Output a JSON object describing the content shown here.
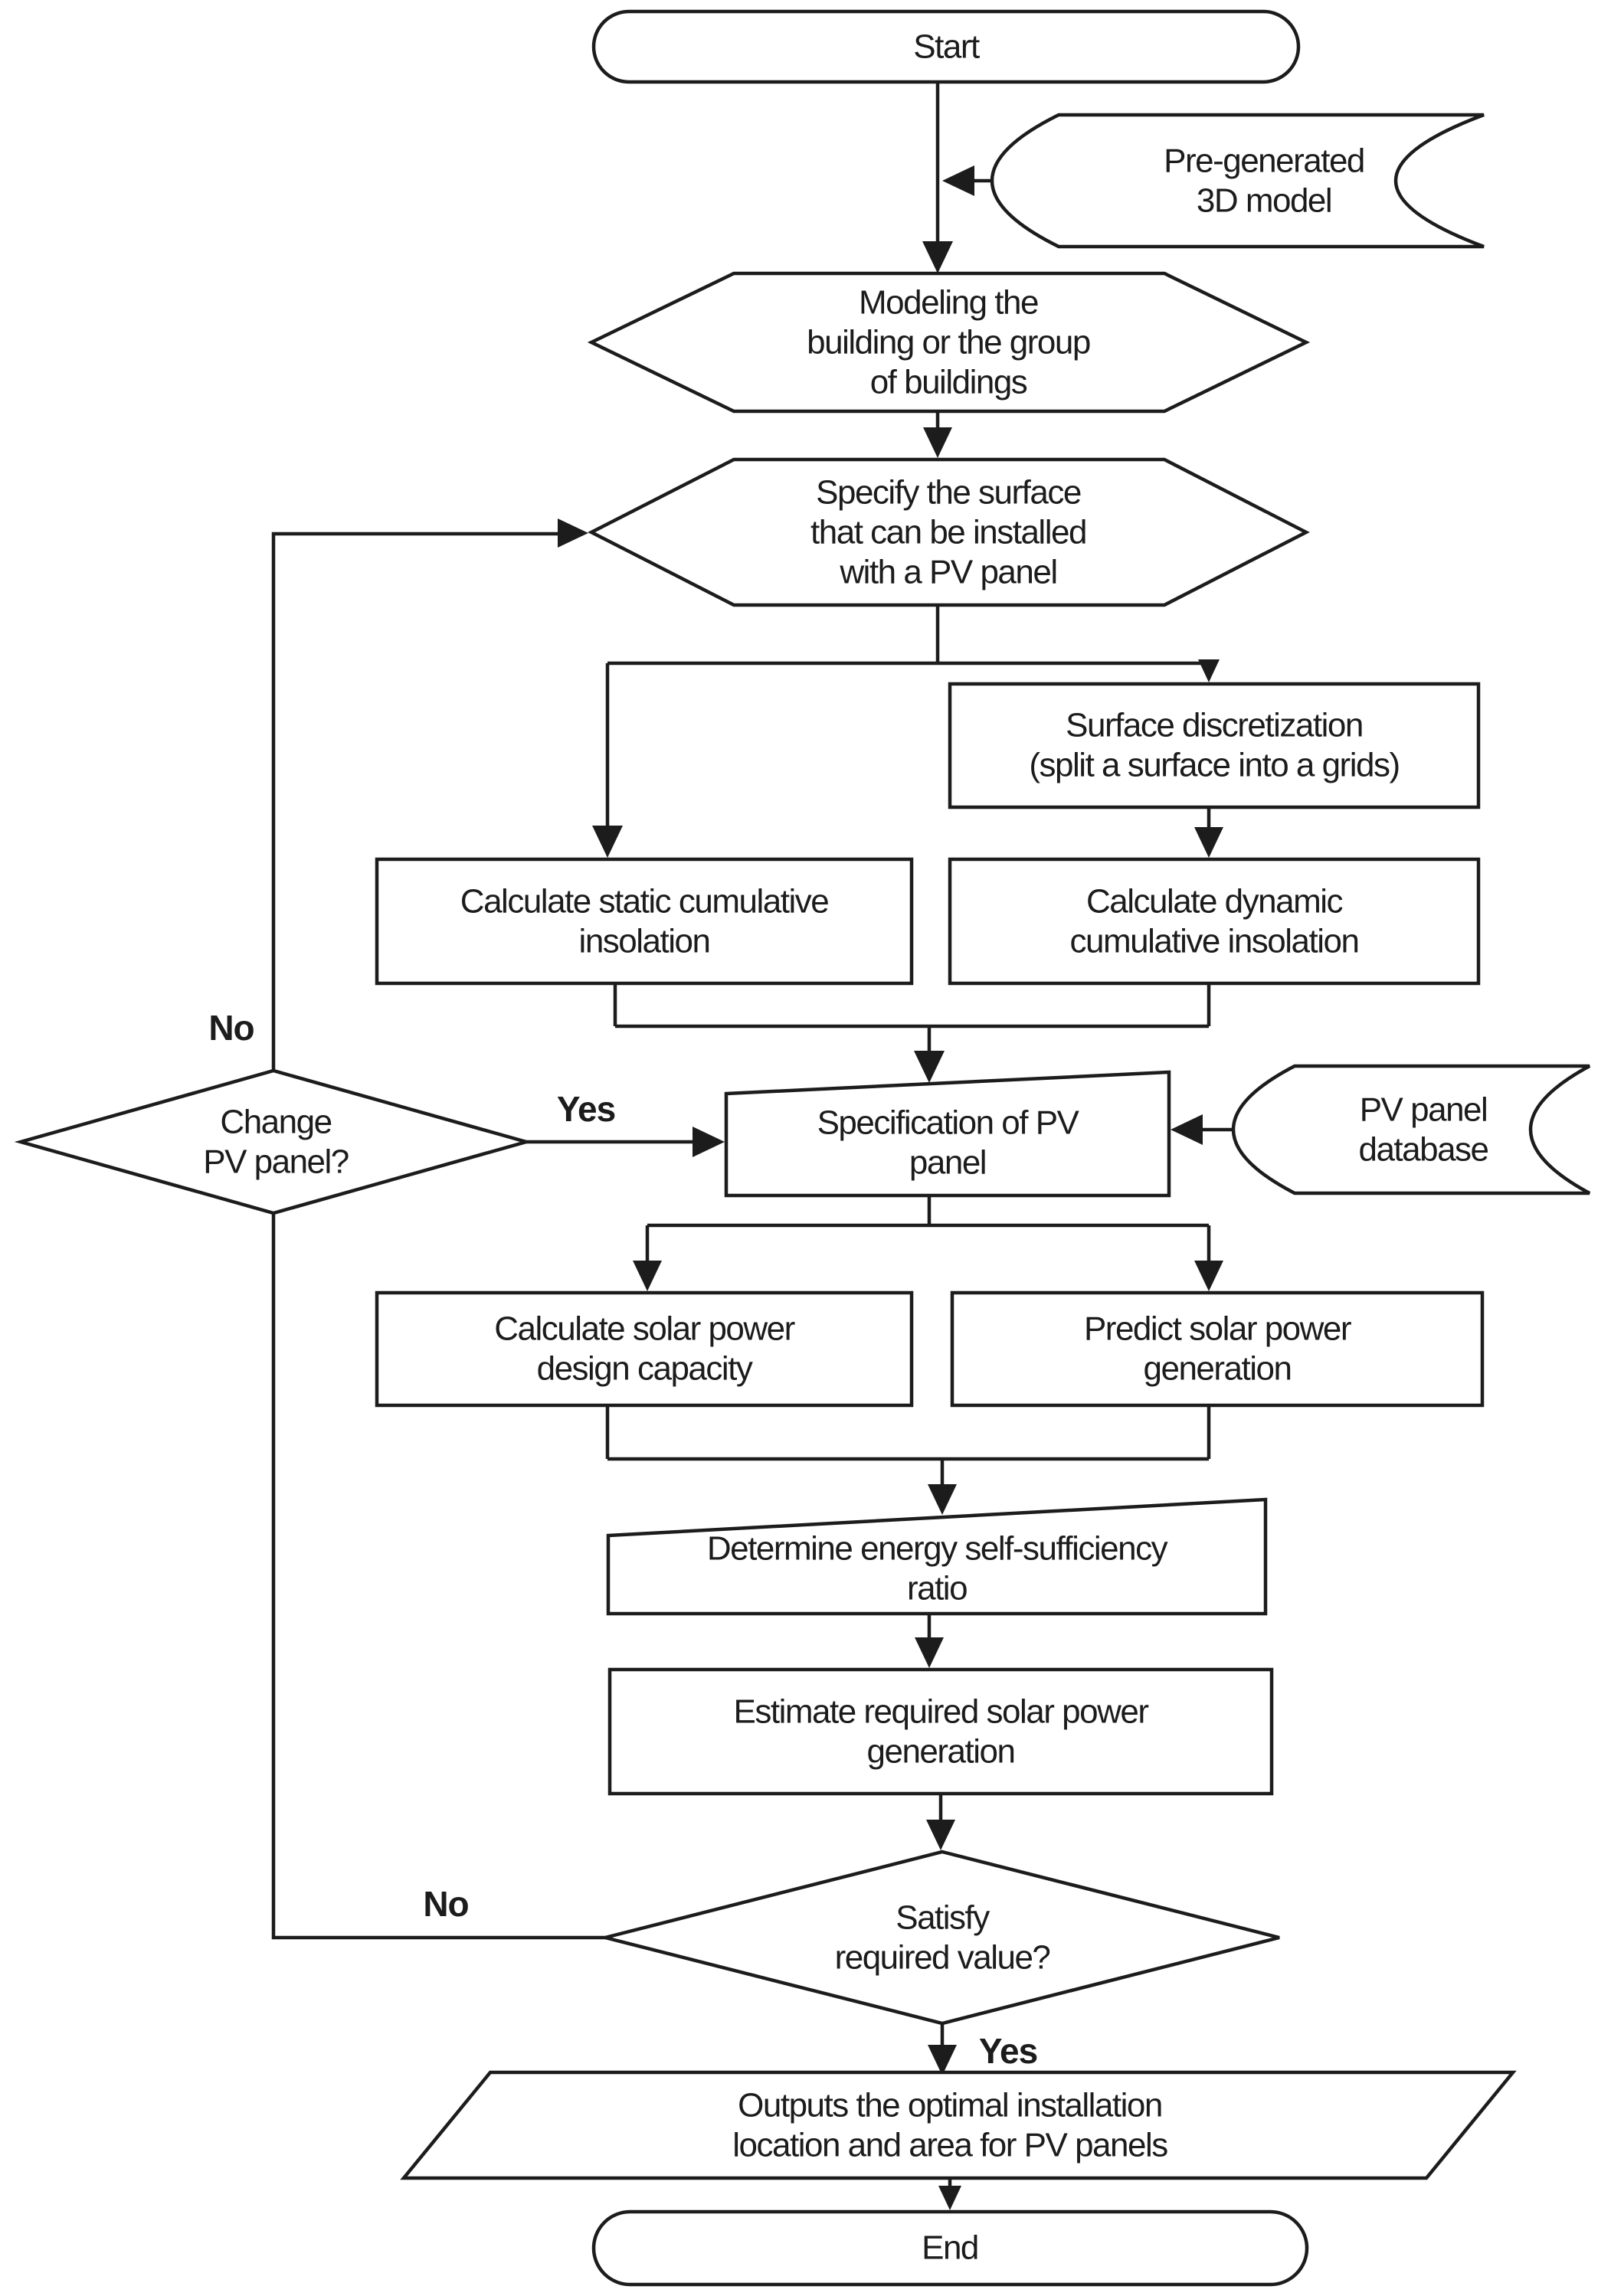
{
  "diagram": {
    "type": "flowchart",
    "colors": {
      "stroke": "#1c1c1c",
      "fill": "#ffffff",
      "text": "#1c1c1c"
    },
    "nodes": [
      {
        "id": "start",
        "shape": "terminator",
        "label": "Start"
      },
      {
        "id": "pregen",
        "shape": "stored-data",
        "label": "Pre-generated\n3D model"
      },
      {
        "id": "modeling",
        "shape": "hexagon",
        "label": "Modeling the\nbuilding or the group\nof buildings"
      },
      {
        "id": "specify",
        "shape": "hexagon",
        "label": "Specify the surface\nthat can be installed\nwith a PV panel"
      },
      {
        "id": "surfdisc",
        "shape": "process",
        "label": "Surface discretization\n(split a surface into a grids)"
      },
      {
        "id": "calc-static",
        "shape": "process",
        "label": "Calculate static cumulative\ninsolation"
      },
      {
        "id": "calc-dynamic",
        "shape": "process",
        "label": "Calculate dynamic\ncumulative insolation"
      },
      {
        "id": "change-panel",
        "shape": "decision",
        "label": "Change\nPV panel?"
      },
      {
        "id": "spec-pv",
        "shape": "manual-input",
        "label": "Specification of PV\npanel"
      },
      {
        "id": "pv-db",
        "shape": "stored-data",
        "label": "PV panel\ndatabase"
      },
      {
        "id": "calc-capacity",
        "shape": "process",
        "label": "Calculate solar power\ndesign capacity"
      },
      {
        "id": "predict-gen",
        "shape": "process",
        "label": "Predict solar power\ngeneration"
      },
      {
        "id": "determine-ratio",
        "shape": "manual-input",
        "label": "Determine energy self-sufficiency\nratio"
      },
      {
        "id": "estimate-gen",
        "shape": "process",
        "label": "Estimate required solar power\ngeneration"
      },
      {
        "id": "satisfy",
        "shape": "decision",
        "label": "Satisfy\nrequired value?"
      },
      {
        "id": "outputs",
        "shape": "parallelogram",
        "label": "Outputs the optimal installation\nlocation and area for PV panels"
      },
      {
        "id": "end",
        "shape": "terminator",
        "label": "End"
      }
    ],
    "edge_labels": [
      {
        "id": "no-change",
        "text": "No"
      },
      {
        "id": "yes-change",
        "text": "Yes"
      },
      {
        "id": "no-satisfy",
        "text": "No"
      },
      {
        "id": "yes-satisfy",
        "text": "Yes"
      }
    ]
  }
}
